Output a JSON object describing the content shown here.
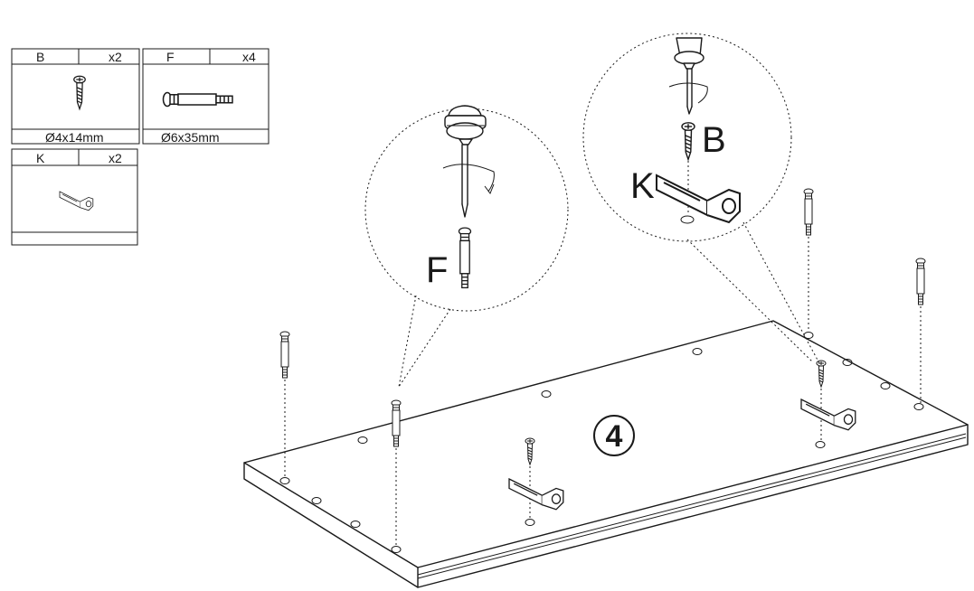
{
  "parts": [
    {
      "letter": "B",
      "qty": "x2",
      "size": "Ø4x14mm",
      "icon": "wood-screw-icon"
    },
    {
      "letter": "F",
      "qty": "x4",
      "size": "Ø6x35mm",
      "icon": "cam-bolt-icon"
    },
    {
      "letter": "K",
      "qty": "x2",
      "size": "",
      "icon": "l-bracket-icon"
    }
  ],
  "callouts": {
    "left_label": "F",
    "right_label_screw": "B",
    "right_label_bracket": "K"
  },
  "step_number": "4"
}
